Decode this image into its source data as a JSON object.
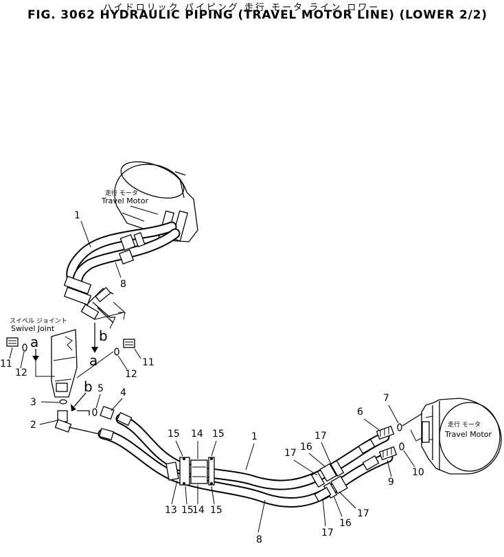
{
  "title": {
    "japanese": "ハイドロリック パイピング 走行 モータ ライン ロワー",
    "english": "FIG. 3062  HYDRAULIC PIPING (TRAVEL MOTOR LINE) (LOWER 2/2)"
  },
  "components": {
    "travel_motor_top": {
      "jp": "走行 モータ",
      "en": "Travel Motor"
    },
    "travel_motor_right": {
      "jp": "走行 モータ",
      "en": "Travel Motor"
    },
    "swivel_joint": {
      "jp": "スイベル ジョイント",
      "en": "Swivel Joint"
    }
  },
  "view_letters": {
    "a": "a",
    "b": "b"
  },
  "part_numbers": {
    "n1": "1",
    "n2": "2",
    "n3": "3",
    "n4": "4",
    "n5": "5",
    "n6": "6",
    "n7": "7",
    "n8": "8",
    "n9": "9",
    "n10": "10",
    "n11": "11",
    "n12": "12",
    "n13": "13",
    "n14": "14",
    "n15": "15",
    "n16": "16",
    "n17": "17"
  }
}
